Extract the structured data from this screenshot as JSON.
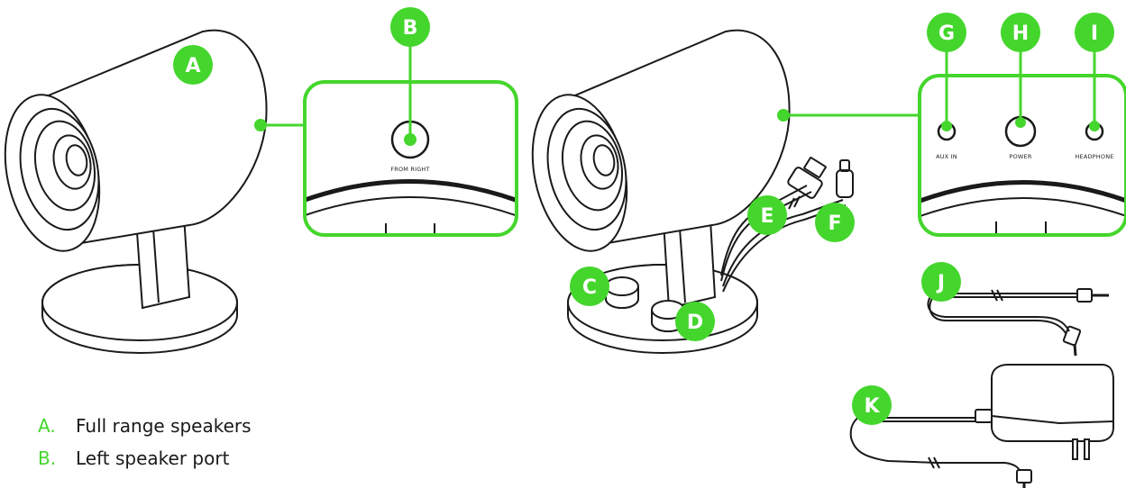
{
  "colors": {
    "accent": "#44d62c",
    "line": "#1a1a1a"
  },
  "callouts": {
    "A": "A",
    "B": "B",
    "C": "C",
    "D": "D",
    "E": "E",
    "F": "F",
    "G": "G",
    "H": "H",
    "I": "I",
    "J": "J",
    "K": "K"
  },
  "port_labels": {
    "left_port": "FROM RIGHT",
    "aux_in": "AUX IN",
    "power": "POWER",
    "headphone": "HEADPHONE"
  },
  "legend": [
    {
      "key": "A.",
      "text": "Full range speakers"
    },
    {
      "key": "B.",
      "text": "Left speaker port"
    }
  ]
}
